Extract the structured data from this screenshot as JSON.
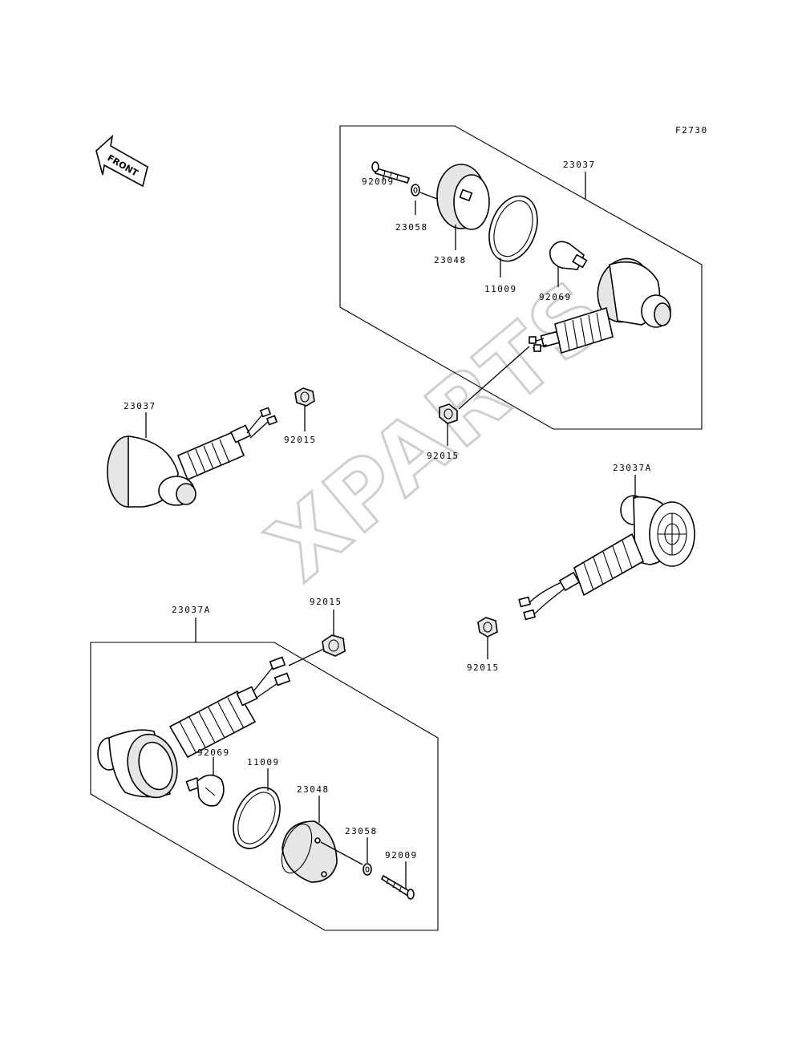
{
  "figure_code": "F2730",
  "front_arrow_label": "FRONT",
  "watermark": "XPARTS",
  "labels": {
    "top_right_assembly": "23037",
    "bolt_top": "92009",
    "washer_top": "23058",
    "lens_top": "23048",
    "gasket_top": "11009",
    "bulb_top": "92069",
    "nut_top": "92015",
    "left_signal": "23037",
    "nut_left": "92015",
    "right_signal": "23037A",
    "nut_right": "92015",
    "bottom_assembly": "23037A",
    "nut_bottom": "92015",
    "bulb_bottom": "92069",
    "gasket_bottom": "11009",
    "lens_bottom": "23048",
    "washer_bottom": "23058",
    "bolt_bottom": "92009"
  }
}
